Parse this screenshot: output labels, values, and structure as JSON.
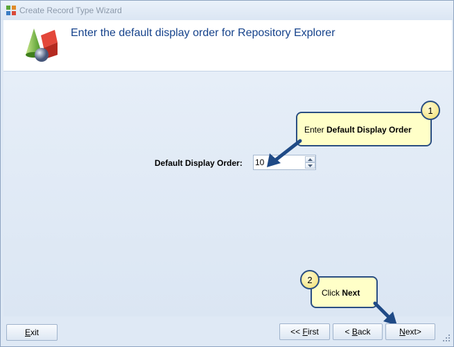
{
  "window": {
    "title": "Create Record Type Wizard"
  },
  "banner": {
    "title": "Enter the default display order for Repository Explorer"
  },
  "form": {
    "label": "Default Display Order:",
    "value": "10"
  },
  "callouts": [
    {
      "number": "1",
      "prefix": "Enter ",
      "bold": "Default Display Order"
    },
    {
      "number": "2",
      "prefix": "Click ",
      "bold": "Next"
    }
  ],
  "buttons": {
    "exit": {
      "pre": "",
      "key": "E",
      "post": "xit"
    },
    "first": {
      "pre": "<< ",
      "key": "F",
      "post": "irst"
    },
    "back": {
      "pre": "< ",
      "key": "B",
      "post": "ack"
    },
    "next": {
      "pre": "",
      "key": "N",
      "post": "ext>"
    }
  },
  "colors": {
    "banner_title": "#15428b",
    "callout_fill": "#ffffc8",
    "callout_border": "#2a4e82",
    "badge_fill": "#f3de6a"
  },
  "icons": [
    "app-icon",
    "wizard-shapes-icon",
    "spin-up-icon",
    "spin-down-icon",
    "resize-grip-icon"
  ]
}
